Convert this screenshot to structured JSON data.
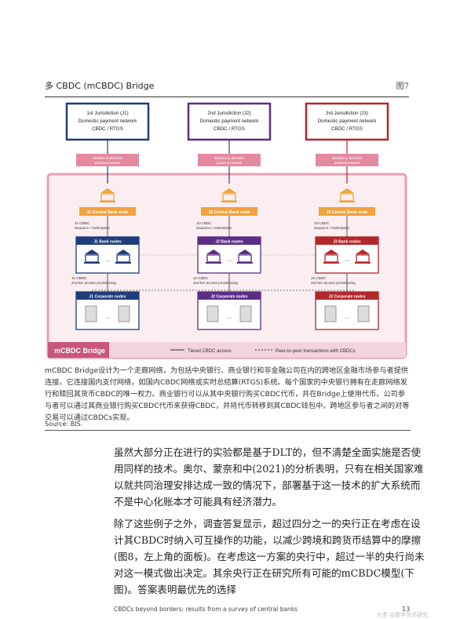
{
  "figure": {
    "title": "多 CBDC (mCBDC) Bridge",
    "number": "图7"
  },
  "diagram": {
    "jurisdictions": [
      {
        "title": "1st Jurisdiction (J1)",
        "line2": "Domestic payment network",
        "line3": "CBDC / RTGS",
        "color": "#1f3d7a",
        "interface": "Interface to domestic payment network",
        "cb_node": "J1 Central Bank node",
        "issuance": "J1-CBDC",
        "issuance_sub": "issuance / redemption",
        "bank_nodes": "J1 Bank nodes",
        "tier": "J1-CBDC",
        "tier_sub": "2nd tier access provisioning",
        "corp_nodes": "J1 Corporate nodes"
      },
      {
        "title": "2nd Jurisdiction (J2)",
        "line2": "Domestic payment network",
        "line3": "CBDC / RTGS",
        "color": "#5b2d86",
        "interface": "Interface to domestic payment network",
        "cb_node": "J2 Central Bank node",
        "issuance": "J2-CBDC",
        "issuance_sub": "issuance / redemption",
        "bank_nodes": "J2 Bank nodes",
        "tier": "J2-CBDC",
        "tier_sub": "2nd tier access provisioning",
        "corp_nodes": "J2 Corporate nodes"
      },
      {
        "title": "3rd Jurisdiction (J3)",
        "line2": "Domestic payment network",
        "line3": "CBDC / RTGS",
        "color": "#b3272b",
        "interface": "Interface to domestic payment network",
        "cb_node": "J3 Central Bank node",
        "issuance": "J3-CBDC",
        "issuance_sub": "issuance / redemption",
        "bank_nodes": "J3 Bank nodes",
        "tier": "J3-CBDC",
        "tier_sub": "2nd tier access provisioning",
        "corp_nodes": "J3 Corporate nodes"
      }
    ],
    "bridge_label": "mCBDC Bridge",
    "legend_tiered": "Tiered CBDC access",
    "legend_p2p": "Peer-to-peer transactions with CBDCs",
    "ellipsis": "...",
    "colors": {
      "bridge": "#e8a0b0",
      "bridge_bg": "#fbeef1",
      "legend_bg": "#c8577a",
      "node": "#f0a23c",
      "interface": "#e48aa0"
    }
  },
  "caption": {
    "text": "mCBDC Bridge设计为一个走廊网络，为包括中央银行、商业银行和非金融公司在内的跨地区金融市场参与者提供连接。它连接国内支付网络，如国内CBDC网络或实时总结算(RTGS)系统。每个国家的中央银行拥有在走廊网络发行和赎回其货币CBDC的唯一权力。商业银行可以从其中央银行购买CBDC代币，并在Bridge上使用代币。公司参与者可以通过其商业银行购买CBDC代币来获得CBDC，并将代币转移到其CBDC钱包中。跨地区参与者之间的对等交易可以通过CBDCs实现。",
    "source": "Source: BIS."
  },
  "body": {
    "para1": "虽然大部分正在进行的实验都是基于DLT的，但不清楚全面实施是否使用同样的技术。奥尔、蒙奈和中(2021)的分析表明，只有在相关国家难以就共同治理安排达成一致的情况下，部署基于这一技术的扩大系统而不是中心化账本才可能具有经济潜力。",
    "para2": "除了这些例子之外，调查答复显示，超过四分之一的央行正在考虑在设计其CBDC时纳入可互操作的功能，以减少跨境和跨货币结算中的摩擦(图8，左上角的面板)。在考虑这一方案的央行中，超过一半的央行尚未对这一模式做出决定。其余央行正在研究所有可能的mCBDC模型(下图)。答案表明最优先的选择"
  },
  "footer": {
    "left": "CBDCs beyond borders: results from a survey of central banks",
    "page": "13",
    "watermark": "头条 @数字货币研究"
  }
}
